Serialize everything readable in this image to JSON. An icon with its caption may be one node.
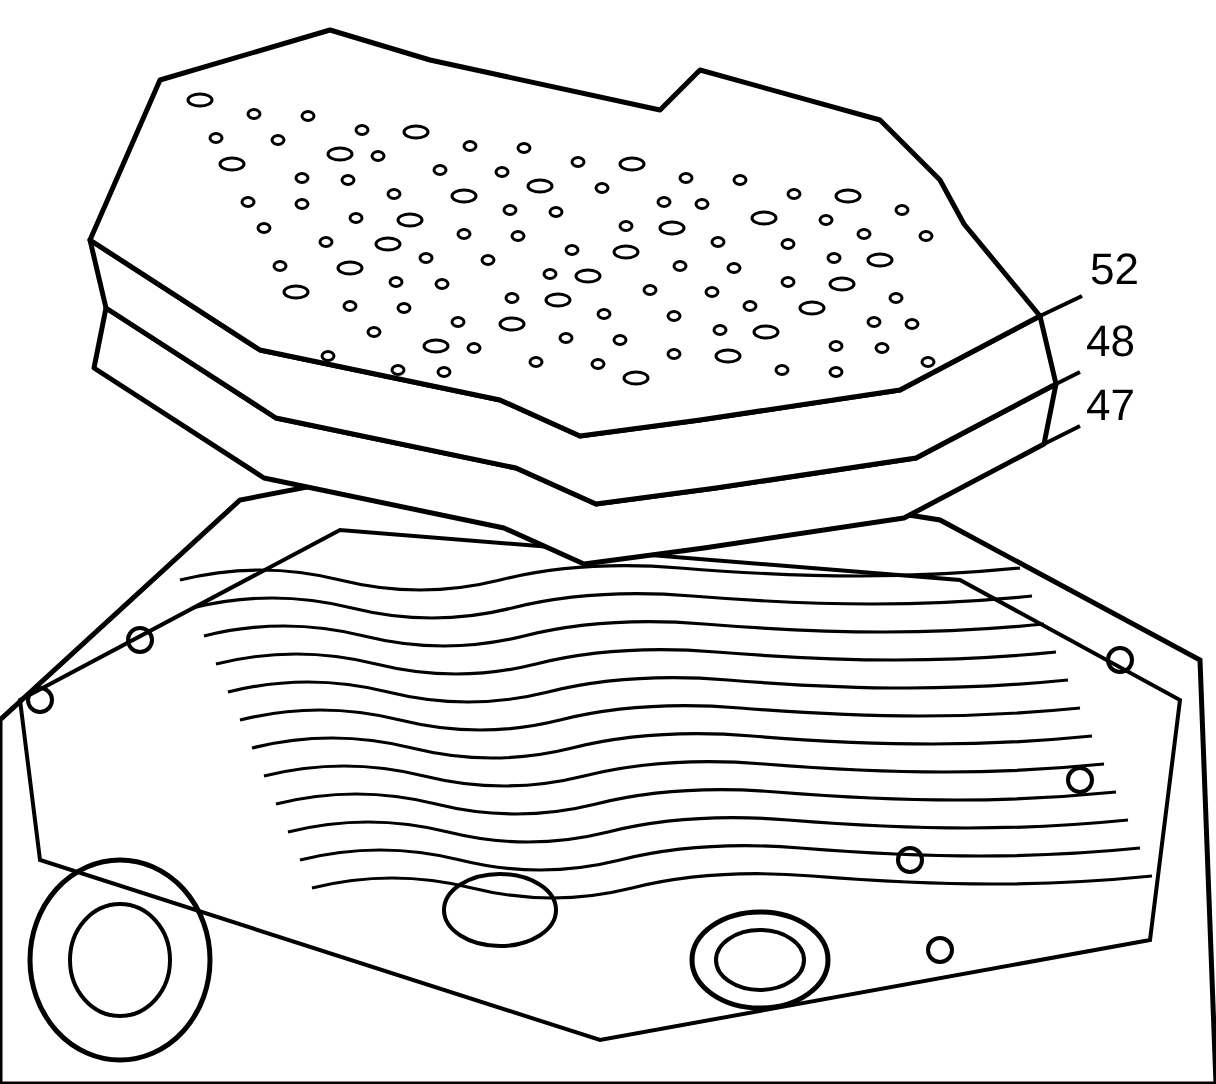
{
  "diagram": {
    "nodes": [
      {
        "text": [
          "52"
        ]
      },
      {
        "text": [
          "48"
        ]
      },
      {
        "text": [
          "47"
        ]
      },
      {
        "text": [],
        "shape": "picture"
      },
      {
        "text": [],
        "shape": "picture"
      },
      {
        "text": [],
        "shape": "picture"
      }
    ],
    "edges": [
      {
        "from": 0,
        "to": 3,
        "arrow": "none"
      },
      {
        "from": 1,
        "to": 4,
        "arrow": "none"
      },
      {
        "from": 2,
        "to": 5,
        "arrow": "none"
      }
    ]
  }
}
